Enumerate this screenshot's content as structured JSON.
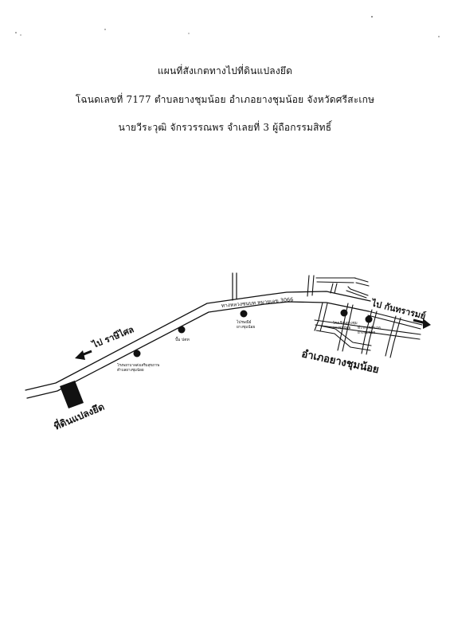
{
  "header": {
    "title": "แผนที่สังเกตทางไปที่ดินแปลงยึด",
    "deed_line": "โฉนดเลขที่ 7177 ตำบลยางชุมน้อย อำเภอยางชุมน้อย จังหวัดศรีสะเกษ",
    "owner_line": "นายวีระวุฒิ จักรวรรณพร จำเลยที่ 3 ผู้ถือกรรมสิทธิ์"
  },
  "map": {
    "road_label": "ทางหลวงชนบท หมายเลข 3066",
    "direction_west": "ไป ราษีไศล",
    "direction_east": "ไป กันทรารมย์",
    "district_label": "อำเภอยางชุมน้อย",
    "parcel_label": "ที่ดินแปลงยึด",
    "landmarks": [
      {
        "name": "ปั๊ม ปตท"
      },
      {
        "name": "โรงพยาบาลส่งเสริมสุขภาพ ตำบลยางชุมน้อย"
      },
      {
        "name": "ไปรษณีย์ ยางชุมน้อย"
      },
      {
        "name": "โรงเรียนยางชุม ยางชุมน้อย"
      },
      {
        "name": "ที่ว่าการอำเภอ ยางชุมน้อย"
      }
    ],
    "colors": {
      "ink": "#111111",
      "paper": "#ffffff"
    }
  }
}
